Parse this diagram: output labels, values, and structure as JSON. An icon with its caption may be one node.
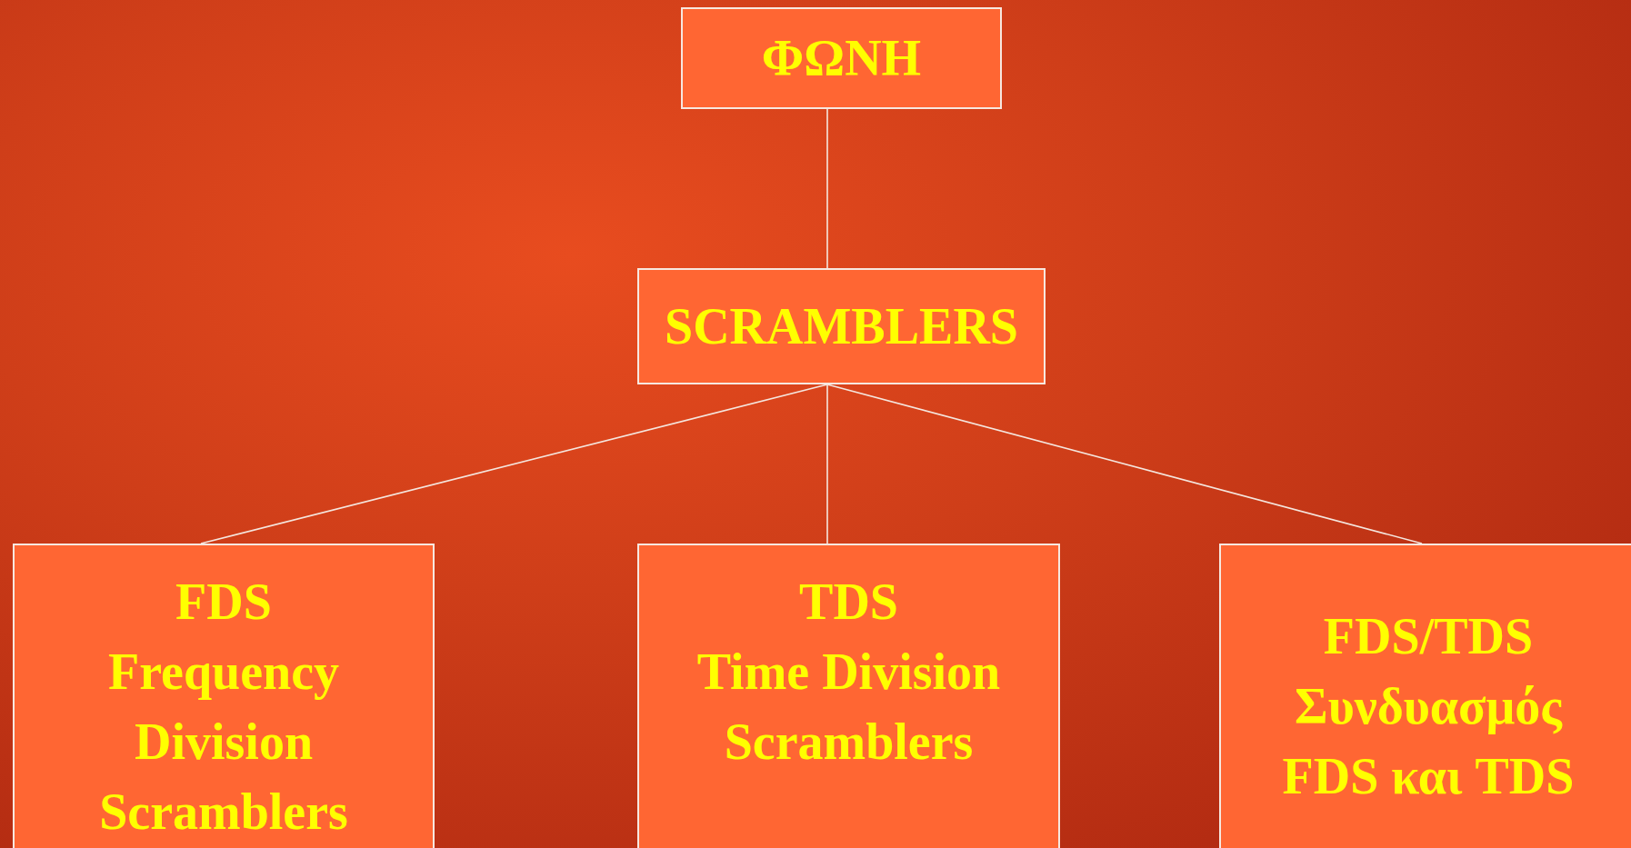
{
  "diagram": {
    "nodes": [
      {
        "text": [
          "ΦΩΝΗ"
        ]
      },
      {
        "text": [
          "SCRAMBLERS"
        ]
      },
      {
        "text": [
          "FDS",
          "Frequency Division Scramblers"
        ]
      },
      {
        "text": [
          "TDS",
          "Time Division Scramblers"
        ]
      },
      {
        "text": [
          "FDS/TDS",
          "Συνδυασμός FDS και TDS"
        ]
      }
    ],
    "edges": [
      {
        "from": 0,
        "to": 1,
        "arrow": "none"
      },
      {
        "from": 1,
        "to": 2,
        "arrow": "none"
      },
      {
        "from": 1,
        "to": 3,
        "arrow": "none"
      },
      {
        "from": 1,
        "to": 4,
        "arrow": "none"
      }
    ]
  }
}
